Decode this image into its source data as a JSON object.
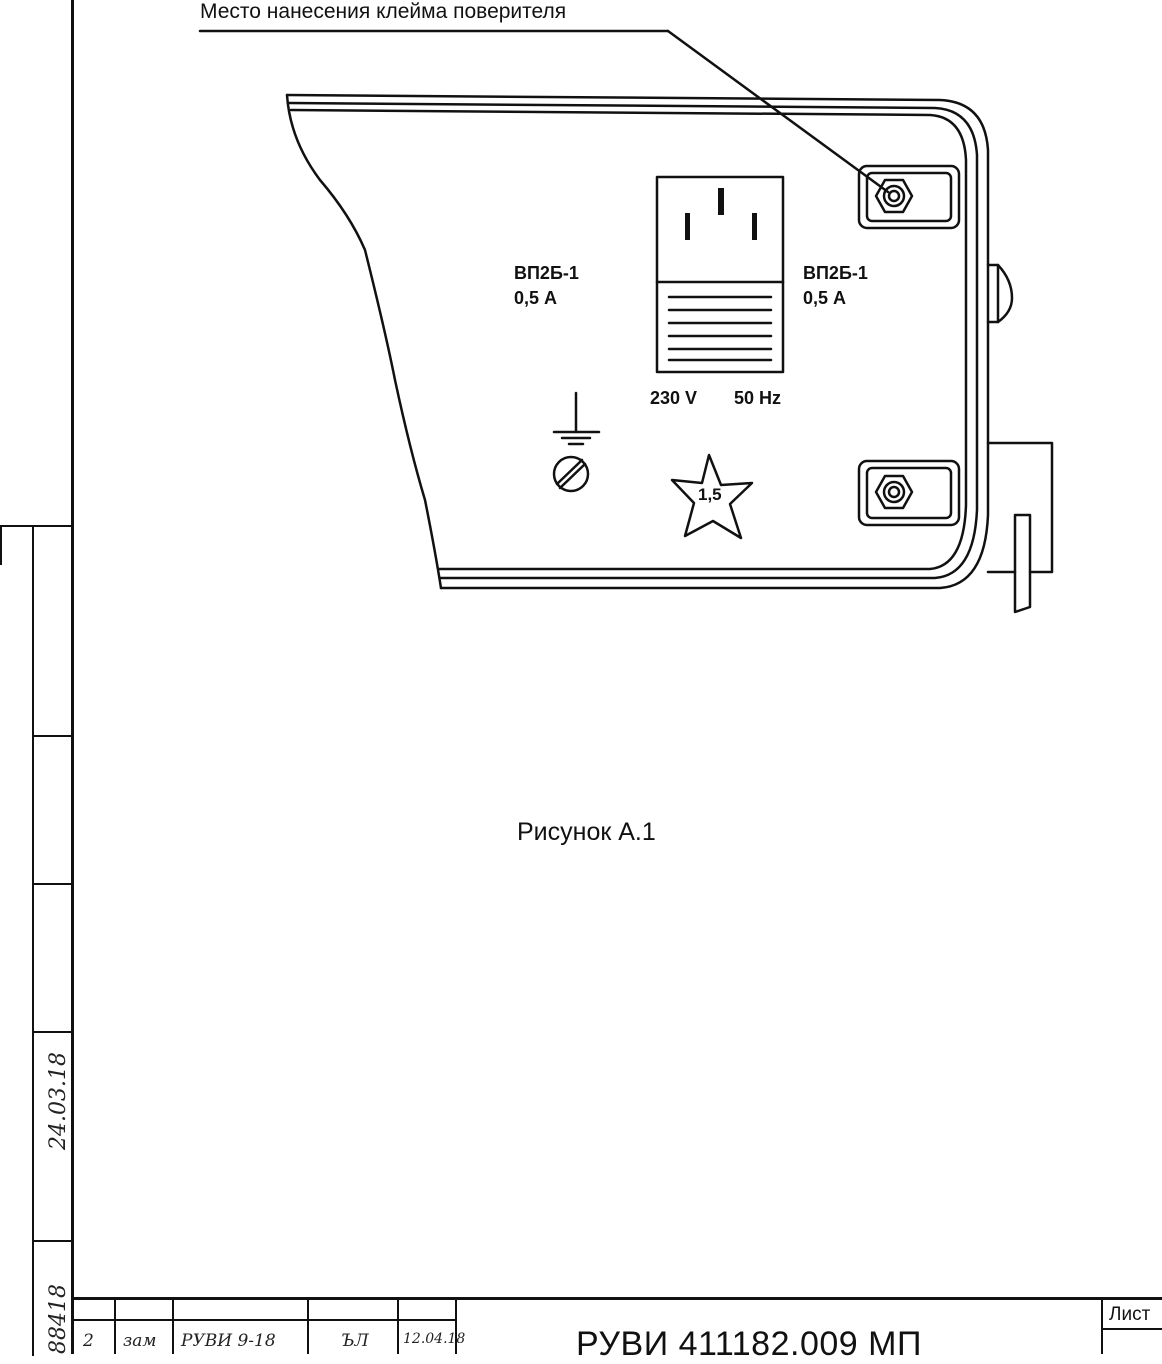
{
  "callout": {
    "text": "Место нанесения клейма поверителя"
  },
  "panel": {
    "fuse_left": {
      "name": "ВП2Б-1",
      "rating": "0,5 А"
    },
    "fuse_right": {
      "name": "ВП2Б-1",
      "rating": "0,5 А"
    },
    "voltage": "230 V",
    "frequency": "50 Hz",
    "accuracy_class": "1,5"
  },
  "figure": {
    "caption": "Рисунок А.1"
  },
  "title_block": {
    "document_number": "РУВИ 411182.009 МП",
    "sheet_label": "Лист",
    "revision_row": {
      "change": "2",
      "type": "зам",
      "notice": "РУВИ 9-18",
      "signature": "ЪЛ",
      "date": "12.04.18"
    }
  },
  "margin": {
    "inventory_number": "88418",
    "signature_date": "24.03.18"
  },
  "colors": {
    "ink": "#111111",
    "paper": "#ffffff"
  }
}
